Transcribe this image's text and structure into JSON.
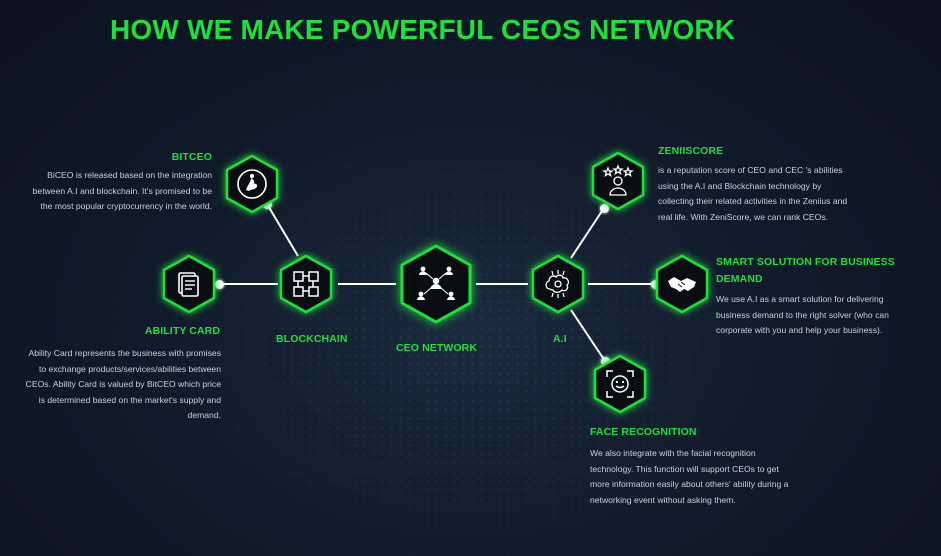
{
  "title": "HOW WE MAKE POWERFUL CEOS NETWORK",
  "colors": {
    "accent": "#1ee03b",
    "background": "#111b2b",
    "line": "#ffffff"
  },
  "nodes": {
    "bitceo": {
      "label": "BITCEO",
      "icon": "genie-icon",
      "desc": "BiCEO is released based on the integration between A.I and blockchain. It's promised to be the most popular cryptocurrency in the world."
    },
    "ability_card": {
      "label": "ABILITY CARD",
      "icon": "cards-icon",
      "desc": "Ability Card represents the business with promises to exchange products/services/abilities between CEOs. Ability Card is valued by BitCEO which price is determined based on the market's supply and demand."
    },
    "blockchain": {
      "label": "BLOCKCHAIN",
      "icon": "blockchain-cubes-icon"
    },
    "ceo_network": {
      "label": "CEO NETWORK",
      "icon": "people-network-icon"
    },
    "ai": {
      "label": "A.I",
      "icon": "ai-brain-icon"
    },
    "zeniiscore": {
      "label": "ZENIISCORE",
      "icon": "rated-user-icon",
      "desc": "is a reputation score of CEO and CEC 's abilities using the A.I and Blockchain technology by collecting their related activities in the Zeniius and real life. With ZeniScore, we can rank CEOs."
    },
    "smart_solution": {
      "label": "SMART SOLUTION FOR BUSINESS DEMAND",
      "icon": "handshake-icon",
      "desc": "We use A.I as a smart solution for delivering business demand to the right solver (who can corporate with you and help your business)."
    },
    "face_recognition": {
      "label": "FACE RECOGNITION",
      "icon": "face-scan-icon",
      "desc": "We also integrate with the facial recognition technology. This function will support CEOs to get more information easily about others' ability during a networking event without asking them."
    }
  }
}
